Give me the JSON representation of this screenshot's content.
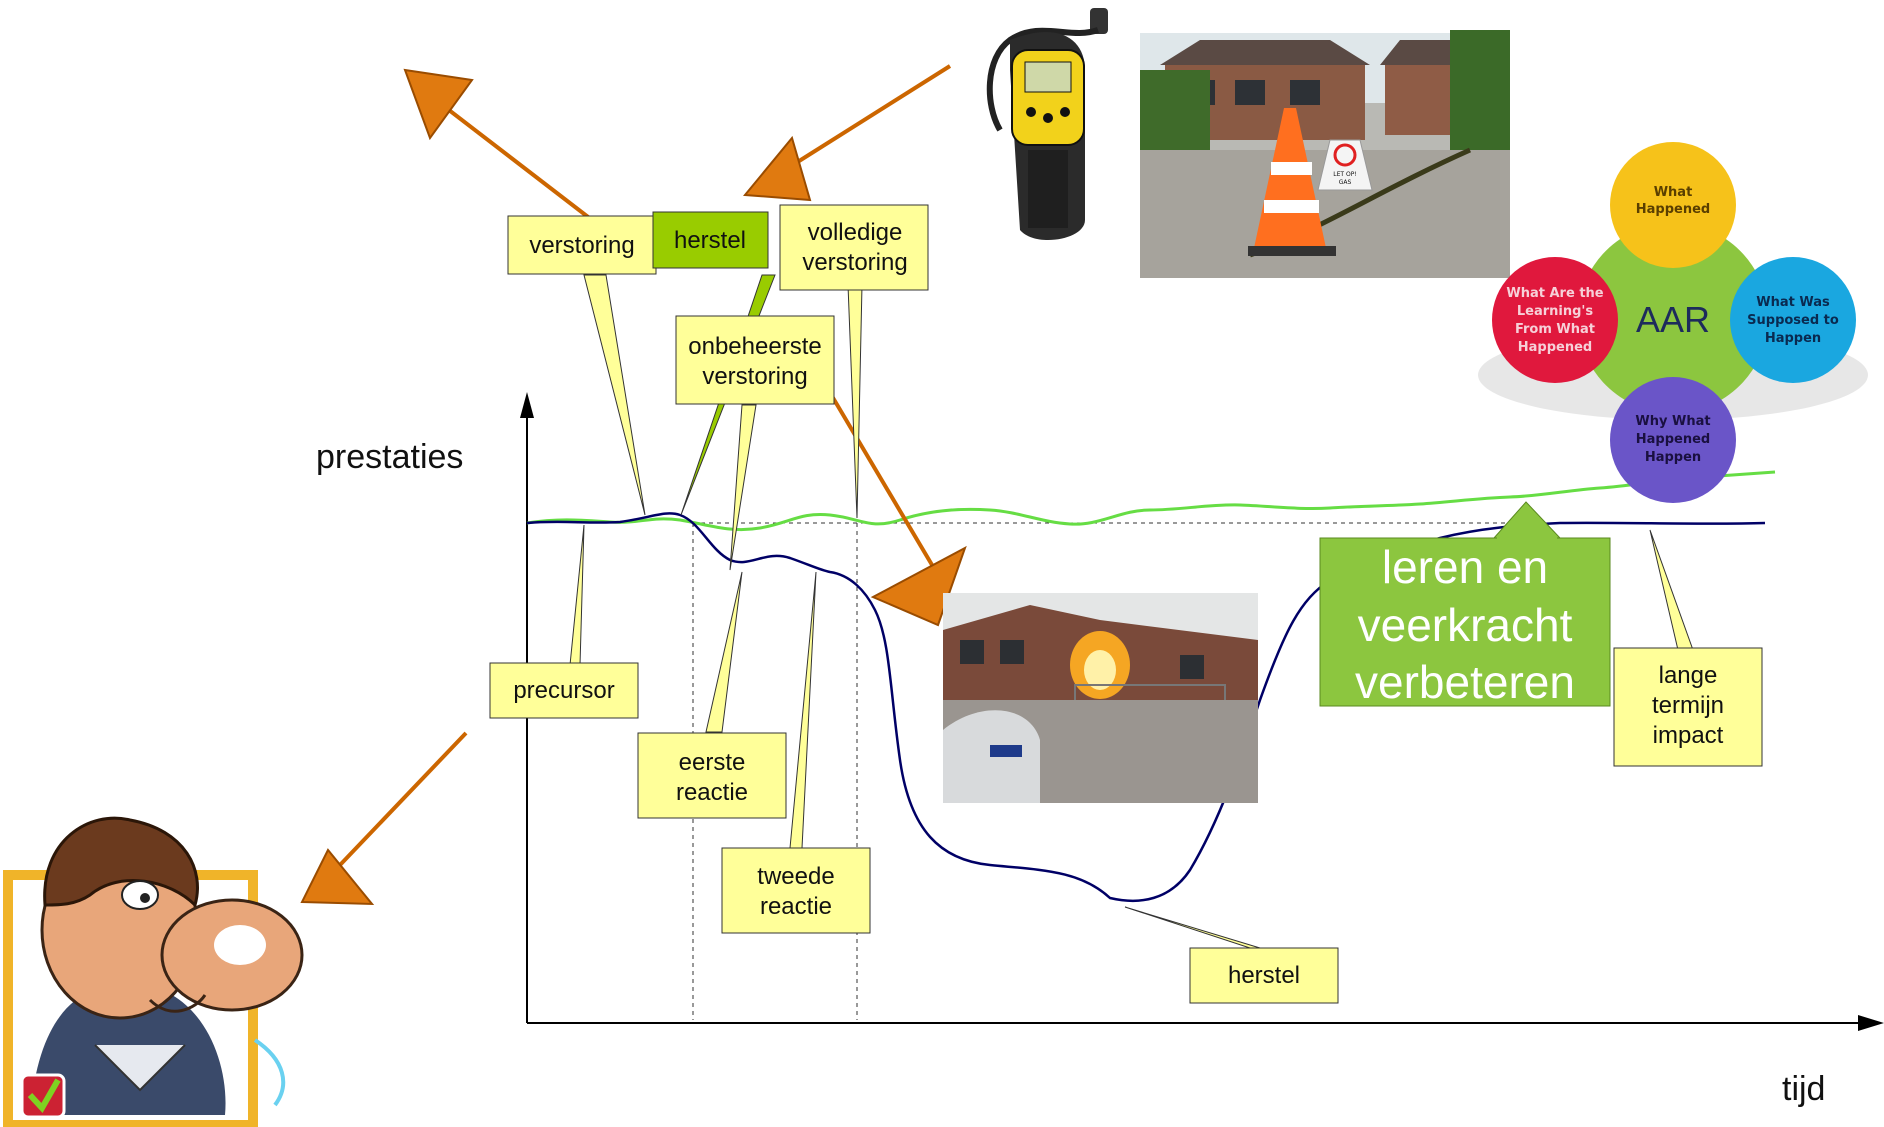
{
  "axes": {
    "y_label": "prestaties",
    "x_label": "tijd"
  },
  "callouts": {
    "verstoring": "verstoring",
    "herstel_top": "herstel",
    "volledige_verstoring": [
      "volledige",
      "verstoring"
    ],
    "onbeheerste_verstoring": [
      "onbeheerste",
      "verstoring"
    ],
    "precursor": "precursor",
    "eerste_reactie": [
      "eerste",
      "reactie"
    ],
    "tweede_reactie": [
      "tweede",
      "reactie"
    ],
    "herstel_bottom": "herstel",
    "lange_termijn": [
      "lange",
      "termijn",
      "impact"
    ],
    "leren": [
      "leren en",
      "veerkracht",
      "verbeteren"
    ]
  },
  "aar": {
    "center": "AAR",
    "top": [
      "What",
      "Happened"
    ],
    "right": [
      "What Was",
      "Supposed to",
      "Happen"
    ],
    "bottom": [
      "Why What",
      "Happened",
      "Happen"
    ],
    "left": [
      "What Are the",
      "Learning's",
      "From What",
      "Happened"
    ]
  },
  "sign_text": [
    "LET OP!",
    "GAS"
  ],
  "colors": {
    "callout_fill": "#ffff99",
    "green_callout": "#99cc00",
    "leren_fill": "#8cc63f",
    "arrow": "#cc6600",
    "curve_blue": "#000066",
    "curve_green": "#66dd44"
  },
  "icons": [
    "gas-detector-icon",
    "street-cone-photo-icon",
    "gas-fire-photo-icon",
    "cartoon-man-icon",
    "aar-circle-diagram-icon"
  ]
}
